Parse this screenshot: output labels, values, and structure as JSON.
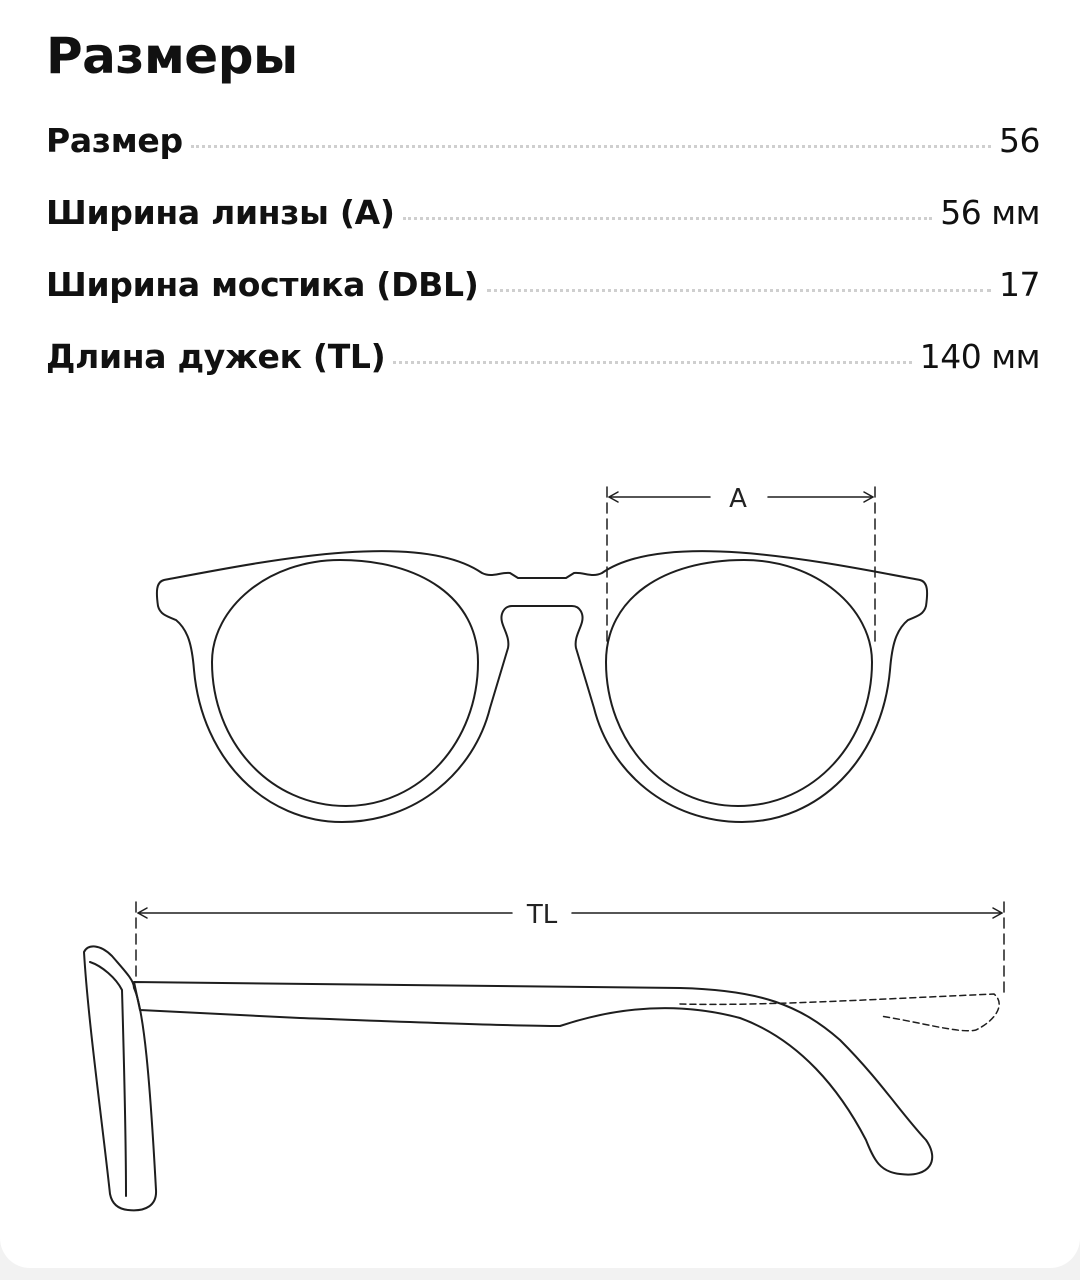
{
  "title": "Размеры",
  "specs": [
    {
      "label": "Размер",
      "value": "56"
    },
    {
      "label": "Ширина линзы (A)",
      "value": "56 мм"
    },
    {
      "label": "Ширина мостика (DBL)",
      "value": "17"
    },
    {
      "label": "Длина дужек (TL)",
      "value": "140 мм"
    }
  ],
  "diagram": {
    "front_label": "A",
    "side_label": "TL"
  }
}
